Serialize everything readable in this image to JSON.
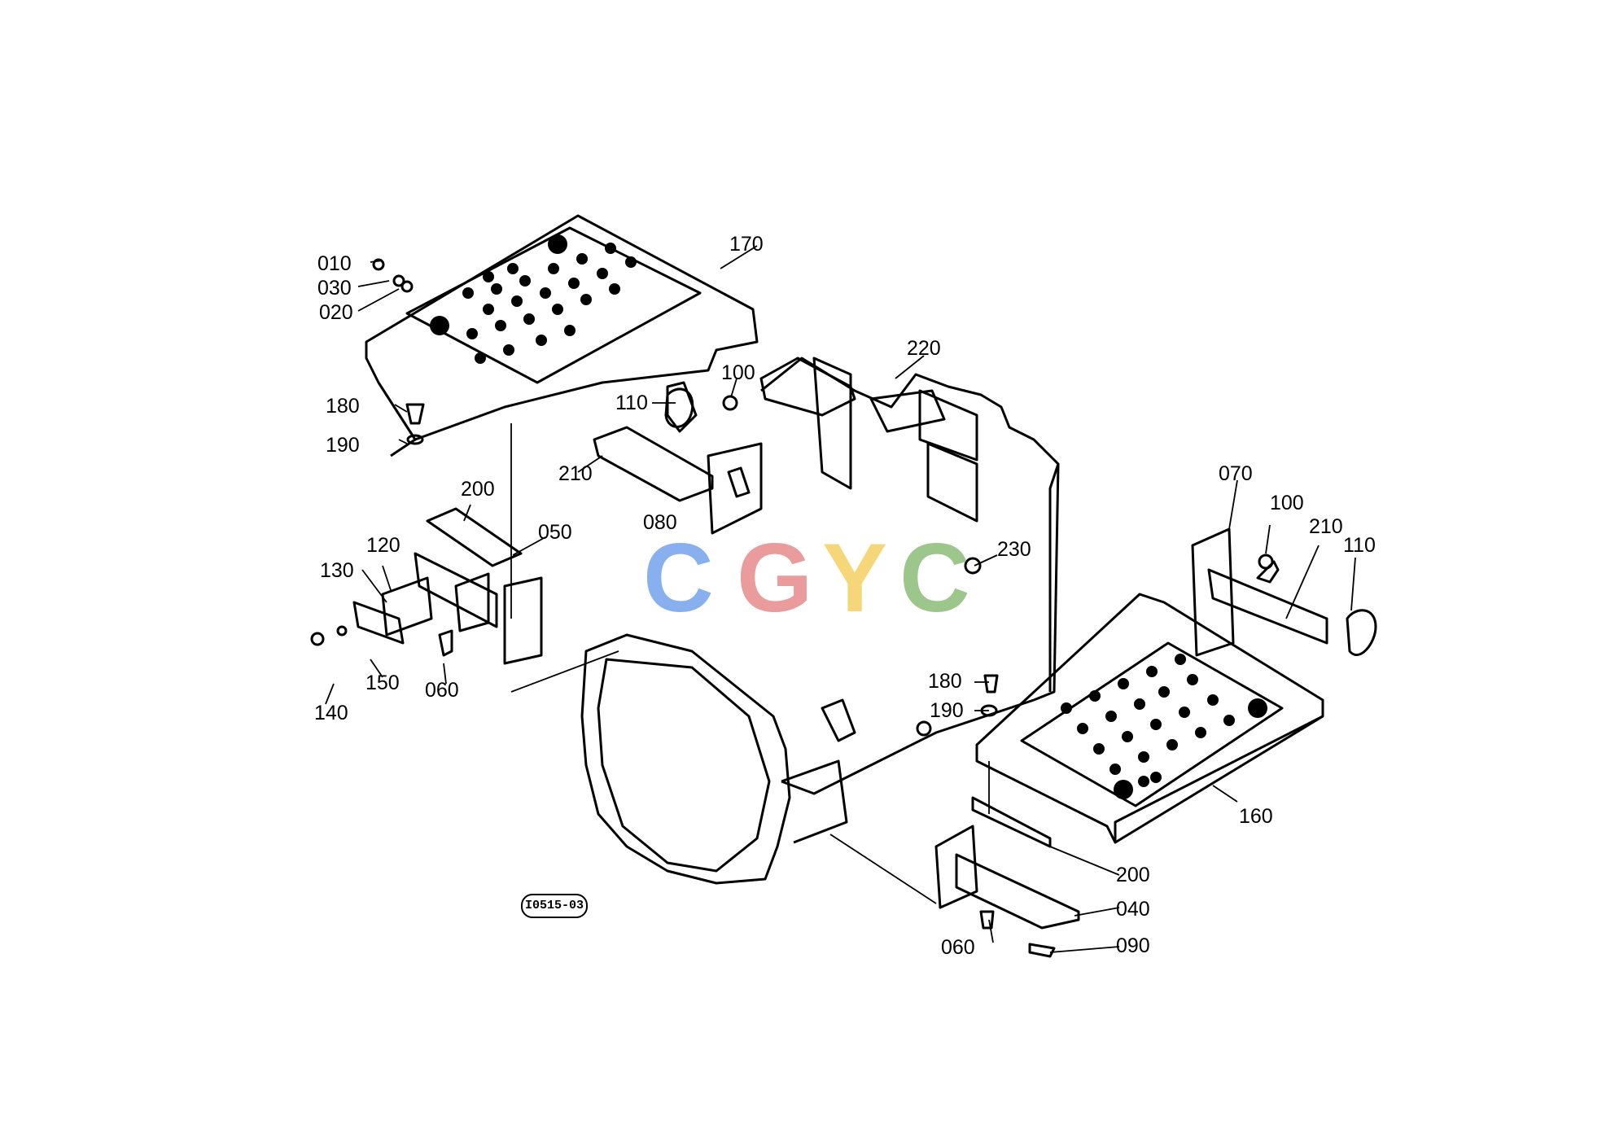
{
  "diagram": {
    "reference_code": "I0515-03",
    "part_labels": [
      {
        "id": "010",
        "text": "010"
      },
      {
        "id": "030",
        "text": "030"
      },
      {
        "id": "020",
        "text": "020"
      },
      {
        "id": "170",
        "text": "170"
      },
      {
        "id": "180-left",
        "text": "180"
      },
      {
        "id": "190-left",
        "text": "190"
      },
      {
        "id": "110-top",
        "text": "110"
      },
      {
        "id": "100-top",
        "text": "100"
      },
      {
        "id": "220",
        "text": "220"
      },
      {
        "id": "210-left",
        "text": "210"
      },
      {
        "id": "200-left",
        "text": "200"
      },
      {
        "id": "080",
        "text": "080"
      },
      {
        "id": "050",
        "text": "050"
      },
      {
        "id": "120",
        "text": "120"
      },
      {
        "id": "130",
        "text": "130"
      },
      {
        "id": "150",
        "text": "150"
      },
      {
        "id": "140",
        "text": "140"
      },
      {
        "id": "060-left",
        "text": "060"
      },
      {
        "id": "230",
        "text": "230"
      },
      {
        "id": "070",
        "text": "070"
      },
      {
        "id": "100-right",
        "text": "100"
      },
      {
        "id": "210-right",
        "text": "210"
      },
      {
        "id": "110-right",
        "text": "110"
      },
      {
        "id": "180-right",
        "text": "180"
      },
      {
        "id": "190-right",
        "text": "190"
      },
      {
        "id": "160",
        "text": "160"
      },
      {
        "id": "200-right",
        "text": "200"
      },
      {
        "id": "040",
        "text": "040"
      },
      {
        "id": "060-right",
        "text": "060"
      },
      {
        "id": "090",
        "text": "090"
      }
    ]
  },
  "watermark": {
    "letters": [
      "C",
      "G",
      "Y",
      "C"
    ],
    "colors": [
      "#4a86e8",
      "#e06666",
      "#f1c232",
      "#6aa84f"
    ]
  }
}
